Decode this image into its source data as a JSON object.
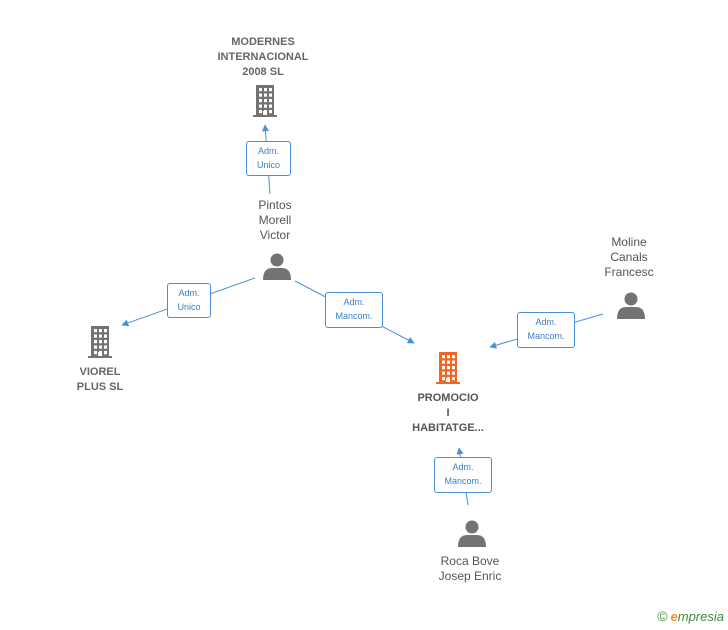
{
  "colors": {
    "edge": "#4a90d9",
    "node_gray": "#737373",
    "node_focus": "#f26522"
  },
  "nodes": {
    "modernes": {
      "type": "company",
      "icon": "building-icon",
      "lines": [
        "MODERNES",
        "INTERNACIONAL",
        "2008 SL"
      ]
    },
    "pintos": {
      "type": "person",
      "icon": "person-icon",
      "lines": [
        "Pintos",
        "Morell",
        "Victor"
      ]
    },
    "viorel": {
      "type": "company",
      "icon": "building-icon",
      "lines": [
        "VIOREL",
        "PLUS SL"
      ]
    },
    "promocio": {
      "type": "company-focus",
      "icon": "building-icon",
      "lines": [
        "PROMOCIO",
        "I",
        "HABITATGE..."
      ]
    },
    "moline": {
      "type": "person",
      "icon": "person-icon",
      "lines": [
        "Moline",
        "Canals",
        "Francesc"
      ]
    },
    "roca": {
      "type": "person",
      "icon": "person-icon",
      "lines": [
        "Roca Bove",
        "Josep Enric"
      ]
    }
  },
  "edges": [
    {
      "from": "pintos",
      "to": "modernes",
      "label": [
        "Adm.",
        "Unico"
      ]
    },
    {
      "from": "pintos",
      "to": "viorel",
      "label": [
        "Adm.",
        "Unico"
      ]
    },
    {
      "from": "pintos",
      "to": "promocio",
      "label": [
        "Adm.",
        "Mancom."
      ]
    },
    {
      "from": "moline",
      "to": "promocio",
      "label": [
        "Adm.",
        "Mancom."
      ]
    },
    {
      "from": "roca",
      "to": "promocio",
      "label": [
        "Adm.",
        "Mancom."
      ]
    }
  ],
  "footer": {
    "copyright_symbol": "©",
    "brand_initial": "e",
    "brand_rest": "mpresia"
  }
}
